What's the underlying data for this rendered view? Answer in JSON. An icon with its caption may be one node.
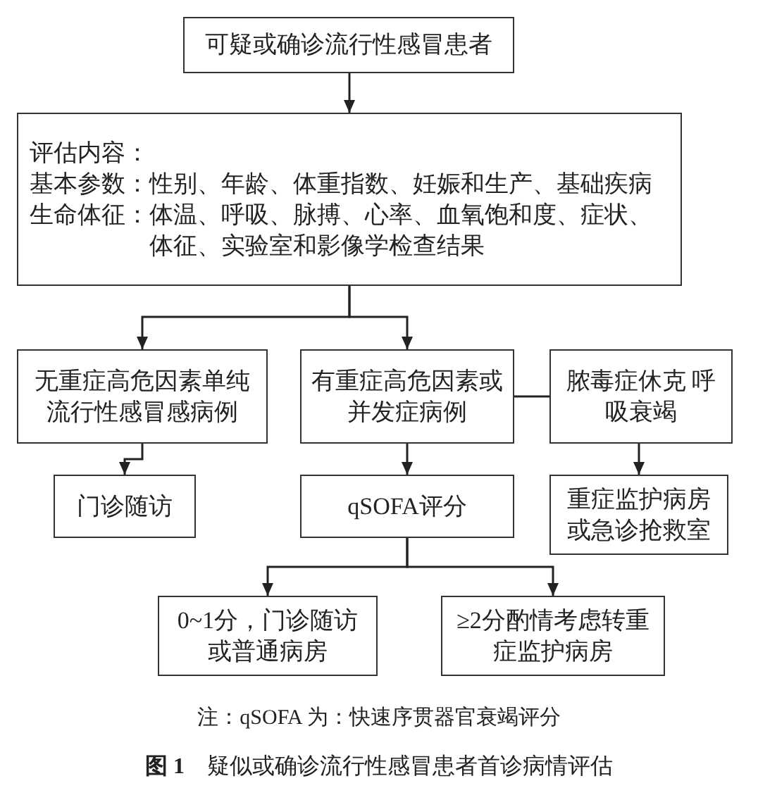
{
  "diagram": {
    "caption": "**图 1**　疑似或确诊流行性感冒患者首诊病情评估",
    "nodes": [
      {
        "text": [
          "可疑或确诊流行性感冒患者"
        ]
      },
      {
        "text": [
          "评估内容：",
          "基本参数：性别、年龄、体重指数、妊娠和生产、基础疾病",
          "生命体征：体温、呼吸、脉搏、心率、血氧饱和度、症状、体征、实验室和影像学检查结果"
        ]
      },
      {
        "text": [
          "无重症高危因素单纯流行性感冒感病例"
        ]
      },
      {
        "text": [
          "有重症高危因素或并发症病例"
        ]
      },
      {
        "text": [
          "脓毒症休克 呼吸衰竭"
        ]
      },
      {
        "text": [
          "门诊随访"
        ]
      },
      {
        "text": [
          "qSOFA评分"
        ]
      },
      {
        "text": [
          "重症监护病房或急诊抢救室"
        ]
      },
      {
        "text": [
          "0~1分，门诊随访或普通病房"
        ]
      },
      {
        "text": [
          "≥2分酌情考虑转重症监护病房"
        ]
      }
    ],
    "edges": [
      {
        "from": 0,
        "to": 1,
        "arrow": "to"
      },
      {
        "from": 1,
        "to": 2,
        "arrow": "to"
      },
      {
        "from": 1,
        "to": 3,
        "arrow": "to"
      },
      {
        "from": 3,
        "to": 4,
        "arrow": "none"
      },
      {
        "from": 2,
        "to": 5,
        "arrow": "to"
      },
      {
        "from": 3,
        "to": 6,
        "arrow": "to"
      },
      {
        "from": 4,
        "to": 7,
        "arrow": "to"
      },
      {
        "from": 6,
        "to": 8,
        "arrow": "to"
      },
      {
        "from": 6,
        "to": 9,
        "arrow": "to"
      }
    ],
    "labels": [
      "注：qSOFA 为：快速序贯器官衰竭评分"
    ]
  }
}
